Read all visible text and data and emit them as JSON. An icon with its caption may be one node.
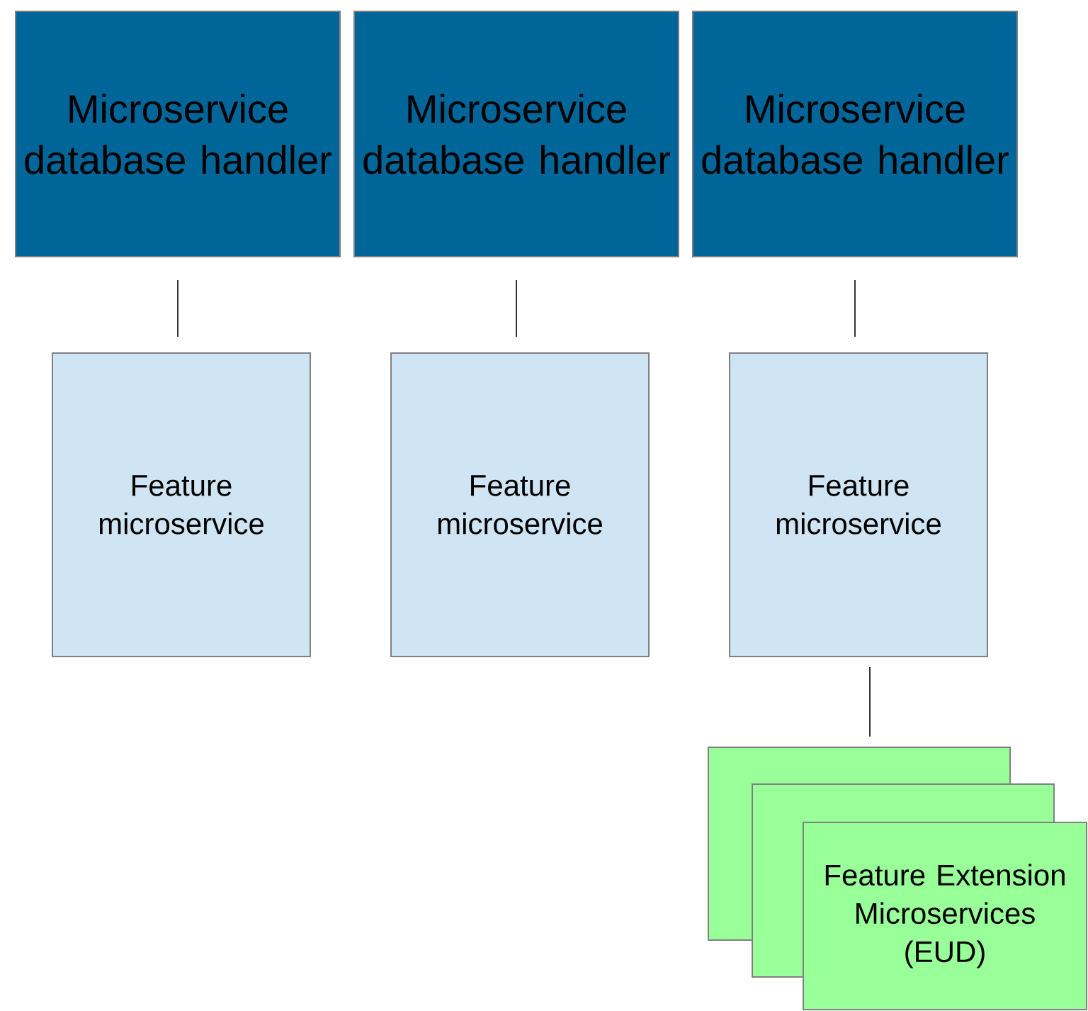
{
  "diagram": {
    "nodes": [
      {
        "text": [
          "Microservice database handler"
        ]
      },
      {
        "text": [
          "Microservice database handler"
        ]
      },
      {
        "text": [
          "Microservice database handler"
        ]
      },
      {
        "text": [
          "Feature microservice"
        ]
      },
      {
        "text": [
          "Feature microservice"
        ]
      },
      {
        "text": [
          "Feature microservice"
        ]
      },
      {
        "text": [],
        "shape": "box"
      },
      {
        "text": [],
        "shape": "box"
      },
      {
        "text": [
          "Feature Extension Microservices (EUD)"
        ]
      }
    ],
    "edges": [
      {
        "from": 0,
        "to": 3,
        "arrow": "none"
      },
      {
        "from": 1,
        "to": 4,
        "arrow": "none"
      },
      {
        "from": 2,
        "to": 5,
        "arrow": "none"
      },
      {
        "from": 5,
        "to": 6,
        "arrow": "none"
      }
    ]
  }
}
